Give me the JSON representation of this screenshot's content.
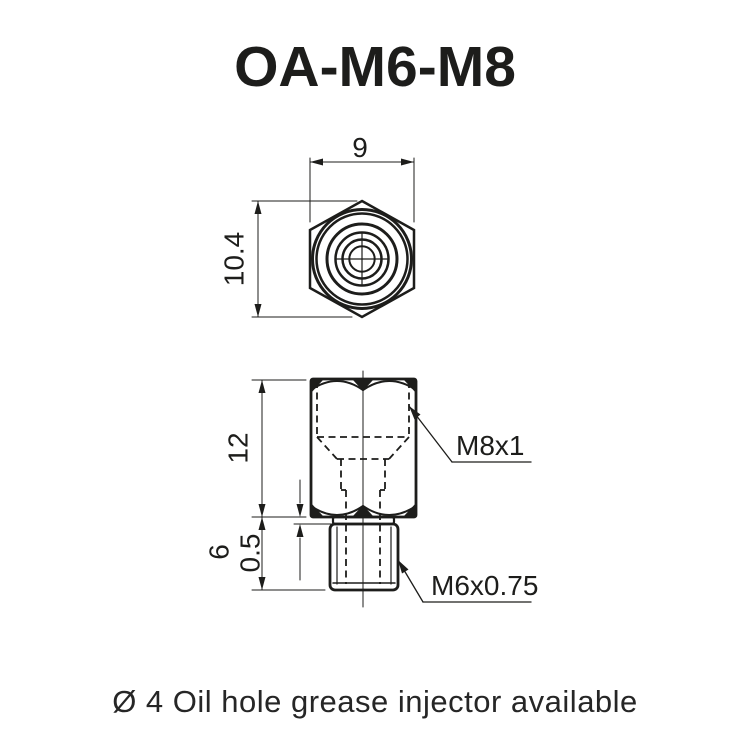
{
  "title": "OA-M6-M8",
  "caption": "Ø 4 Oil hole grease injector available",
  "colors": {
    "line": "#1d1d1b",
    "background": "#ffffff"
  },
  "top_view": {
    "dim_across_flats": "9",
    "dim_across_corners": "10.4"
  },
  "side_view": {
    "dim_body_length": "12",
    "dim_stud_length": "6",
    "dim_collar": "0.5",
    "label_internal_thread": "M8x1",
    "label_external_thread": "M6x0.75"
  }
}
